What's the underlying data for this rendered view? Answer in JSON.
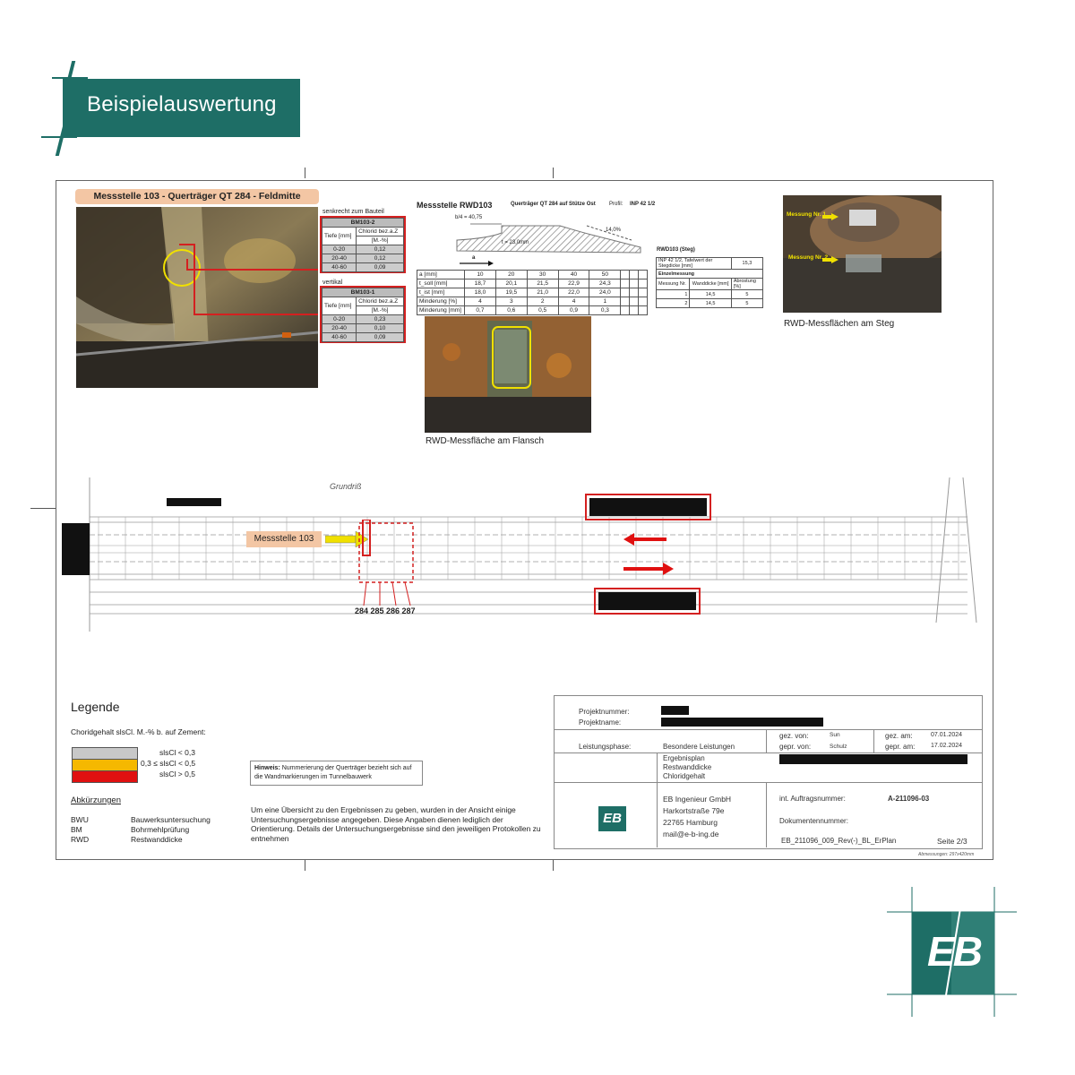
{
  "banner": {
    "title": "Beispielauswertung"
  },
  "sheet": {
    "measure_title": "Messstelle 103 - Querträger QT 284 - Feldmitte",
    "left_tables": {
      "top_label": "senkrecht zum Bauteil",
      "table1": {
        "name": "BM103-2",
        "col1": "Tiefe [mm]",
        "col2a": "Chlorid bez.a.Z",
        "col2b": "[M.-%]",
        "rows": [
          [
            "0-20",
            "0,12"
          ],
          [
            "20-40",
            "0,12"
          ],
          [
            "40-60",
            "0,09"
          ]
        ]
      },
      "mid_label": "vertikal",
      "table2": {
        "name": "BM103-1",
        "col1": "Tiefe [mm]",
        "col2a": "Chlorid bez.a.Z",
        "col2b": "[M.-%]",
        "rows": [
          [
            "0-20",
            "0,23"
          ],
          [
            "20-40",
            "0,10"
          ],
          [
            "40-60",
            "0,09"
          ]
        ]
      }
    },
    "rwd": {
      "title": "Messstelle RWD103",
      "subtitle": "Querträger QT 284 auf Stütze Ost",
      "profil_label": "Profil:",
      "profil_value": "INP 42 1/2",
      "b4": "b/4 = 40,75",
      "t": "t",
      "t_label": "t = 23,0mm",
      "slope": "14,0%",
      "a": "a",
      "table": {
        "header": [
          "a [mm]",
          "10",
          "20",
          "30",
          "40",
          "50"
        ],
        "rows": [
          [
            "t_soll [mm]",
            "18,7",
            "20,1",
            "21,5",
            "22,9",
            "24,3"
          ],
          [
            "t_ist [mm]",
            "18,0",
            "19,5",
            "21,0",
            "22,0",
            "24,0"
          ],
          [
            "Minderung [%]",
            "4",
            "3",
            "2",
            "4",
            "1"
          ],
          [
            "Minderung [mm]",
            "0,7",
            "0,6",
            "0,5",
            "0,9",
            "0,3"
          ]
        ]
      },
      "steg": {
        "title": "RWD103 (Steg)",
        "row1_label": "INP 42 1/2, Tafelwert der Stegdicke [mm]",
        "row1_value": "15,3",
        "einzel": "Einzelmessung",
        "h1": "Messung Nr.",
        "h2": "Wanddicke [mm]",
        "h3": "Abrostung [%]",
        "rows": [
          [
            "1",
            "14,5",
            "5"
          ],
          [
            "2",
            "14,5",
            "5"
          ]
        ]
      },
      "flange_caption": "RWD-Messfläche am Flansch",
      "steg_caption": "RWD-Messflächen am Steg",
      "m1": "Messung Nr. 1",
      "m2": "Messung Nr. 2"
    },
    "plan": {
      "grundriss": "Grundriß",
      "messstelle": "Messstelle 103",
      "numbers": "284 285 286 287"
    },
    "legend": {
      "title": "Legende",
      "subtitle": "Choridgehalt slsCl. M.-% b. auf Zement:",
      "items": [
        {
          "label": "slsCl < 0,3",
          "color": "#c8c8c8"
        },
        {
          "label": "0,3 ≤ slsCl < 0,5",
          "color": "#f5b800"
        },
        {
          "label": "slsCl > 0,5",
          "color": "#e01010"
        }
      ],
      "abbr_title": "Abkürzungen",
      "abbr": [
        [
          "BWU",
          "Bauwerksuntersuchung"
        ],
        [
          "BM",
          "Bohrmehlprüfung"
        ],
        [
          "RWD",
          "Restwanddicke"
        ]
      ],
      "hint_bold": "Hinweis:",
      "hint_text": "Nummerierung der Querträger bezieht sich auf die Wandmarkierungen im Tunnelbauwerk",
      "note": "Um eine Übersicht zu den Ergebnissen zu geben, wurden in der Ansicht einige Untersuchungsergebnisse angegeben. Diese Angaben dienen lediglich der Orientierung. Details der Untersuchungsergebnisse sind den jeweiligen Protokollen zu entnehmen"
    },
    "titleblock": {
      "projektnummer": "Projektnummer:",
      "projektname": "Projektname:",
      "gez_von": "gez. von:",
      "gez_von_val": "Sun",
      "gez_am": "gez. am:",
      "gez_am_val": "07.01.2024",
      "gepr_von": "gepr. von:",
      "gepr_von_val": "Schulz",
      "gepr_am": "gepr. am:",
      "gepr_am_val": "17.02.2024",
      "leistungsphase": "Leistungsphase:",
      "leistungsphase_val": "Besondere Leistungen",
      "plan_l1": "Ergebnisplan",
      "plan_l2": "Restwanddicke",
      "plan_l3": "Chloridgehalt",
      "company": "EB Ingenieur GmbH",
      "street": "Harkortstraße 79e",
      "city": "22765 Hamburg",
      "mail": "mail@e-b-ing.de",
      "auftrag_label": "int. Auftragsnummer:",
      "auftrag_val": "A-211096-03",
      "dok_label": "Dokumentennummer:",
      "dok_val": "EB_211096_009_Rev(-)_BL_ErPlan",
      "seite": "Seite 2/3",
      "logo": "EB",
      "abmessungen": "Abmessungen: 297x420mm"
    }
  },
  "corner_logo": "EB",
  "colors": {
    "brand": "#1e6e66",
    "accent_red": "#d42020",
    "yellow": "#f5e600"
  }
}
